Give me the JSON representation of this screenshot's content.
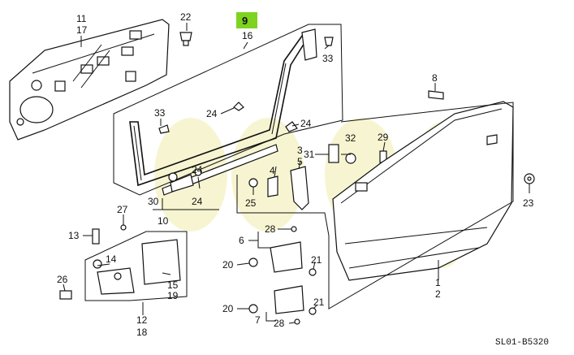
{
  "diagram": {
    "callouts": [
      {
        "id": "c11",
        "text": "11"
      },
      {
        "id": "c17",
        "text": "17"
      },
      {
        "id": "c22",
        "text": "22"
      },
      {
        "id": "c9",
        "text": "9",
        "highlight": "#7ed321"
      },
      {
        "id": "c16",
        "text": "16"
      },
      {
        "id": "c33a",
        "text": "33"
      },
      {
        "id": "c8",
        "text": "8"
      },
      {
        "id": "c33b",
        "text": "33"
      },
      {
        "id": "c24a",
        "text": "24"
      },
      {
        "id": "c24b",
        "text": "24"
      },
      {
        "id": "c3",
        "text": "3"
      },
      {
        "id": "c5",
        "text": "5"
      },
      {
        "id": "c31",
        "text": "31"
      },
      {
        "id": "c32",
        "text": "32"
      },
      {
        "id": "c29",
        "text": "29"
      },
      {
        "id": "c4",
        "text": "4"
      },
      {
        "id": "c24c",
        "text": "24"
      },
      {
        "id": "c30",
        "text": "30"
      },
      {
        "id": "c24d",
        "text": "24"
      },
      {
        "id": "c25",
        "text": "25"
      },
      {
        "id": "c10",
        "text": "10"
      },
      {
        "id": "c23",
        "text": "23"
      },
      {
        "id": "c27",
        "text": "27"
      },
      {
        "id": "c28a",
        "text": "28"
      },
      {
        "id": "c13",
        "text": "13"
      },
      {
        "id": "c6",
        "text": "6"
      },
      {
        "id": "c14",
        "text": "14"
      },
      {
        "id": "c20a",
        "text": "20"
      },
      {
        "id": "c21a",
        "text": "21"
      },
      {
        "id": "c1",
        "text": "1"
      },
      {
        "id": "c26",
        "text": "26"
      },
      {
        "id": "c15",
        "text": "15"
      },
      {
        "id": "c19",
        "text": "19"
      },
      {
        "id": "c2",
        "text": "2"
      },
      {
        "id": "c20b",
        "text": "20"
      },
      {
        "id": "c21b",
        "text": "21"
      },
      {
        "id": "c7",
        "text": "7"
      },
      {
        "id": "c12",
        "text": "12"
      },
      {
        "id": "c18",
        "text": "18"
      },
      {
        "id": "c28b",
        "text": "28"
      }
    ],
    "drawing_code": "SL01-B5320"
  }
}
